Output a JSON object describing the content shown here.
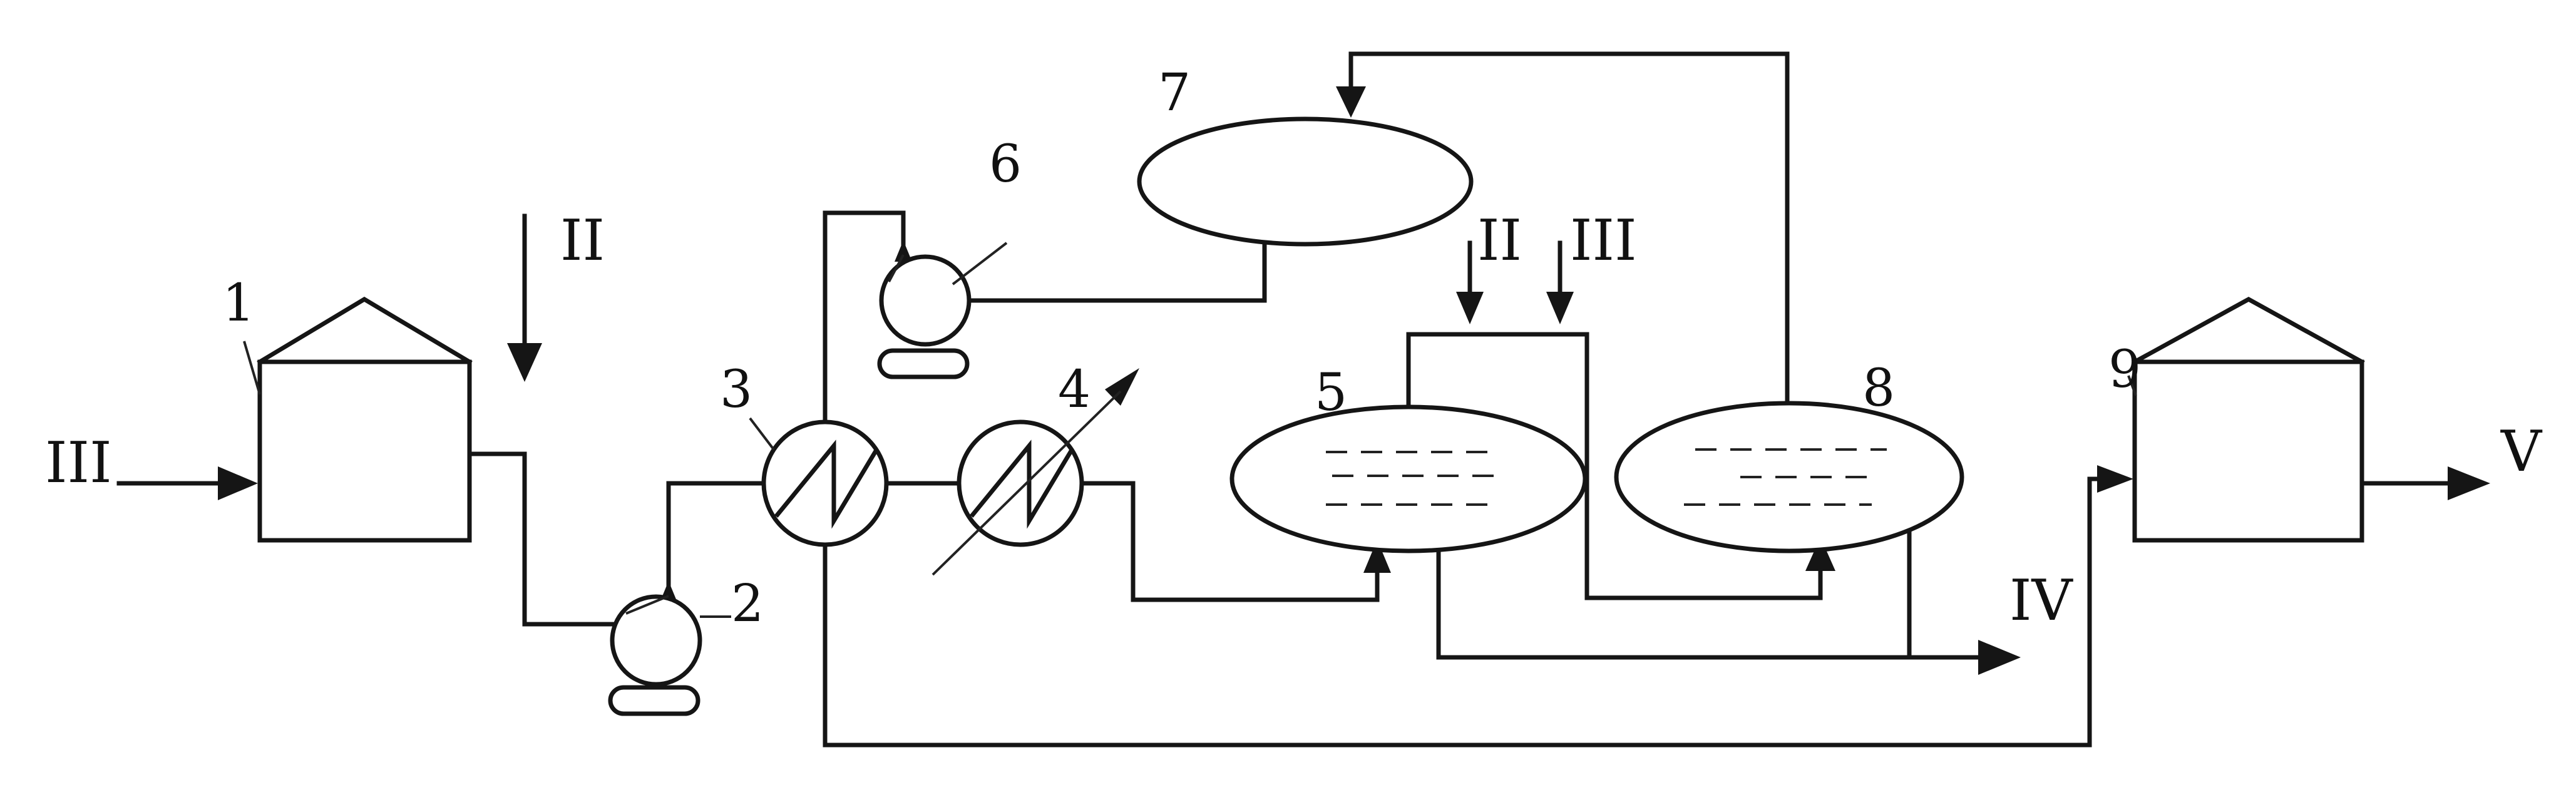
{
  "equipment_labels": {
    "tank_1": "1",
    "pump_2": "2",
    "heat_exchanger_3": "3",
    "heater_4": "4",
    "vessel_5": "5",
    "pump_6": "6",
    "vessel_7": "7",
    "vessel_8": "8",
    "tank_9": "9"
  },
  "stream_labels": {
    "feed_left": "III",
    "feed_top": "II",
    "stream_ii_mid": "II",
    "stream_iii_mid": "III",
    "outlet_iv": "IV",
    "outlet_v": "V"
  }
}
